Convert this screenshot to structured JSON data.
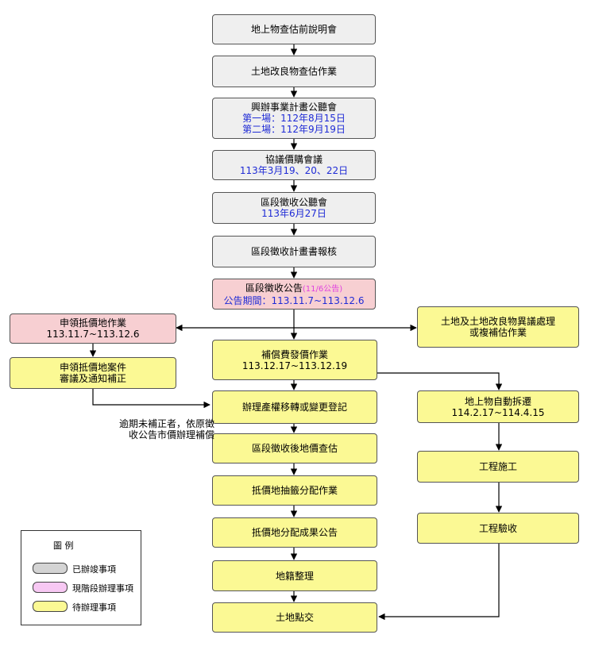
{
  "colors": {
    "done": "#efefef",
    "current": "#f7cfd2",
    "pending": "#fbf994",
    "date_text": "#1f2bd6",
    "announce_note": "#e040e0"
  },
  "steps": {
    "s1": {
      "title": "地上物查估前說明會"
    },
    "s2": {
      "title": "土地改良物查估作業"
    },
    "s3": {
      "title": "興辦事業計畫公聽會",
      "line1": "第一場：112年8月15日",
      "line2": "第二場：112年9月19日"
    },
    "s4": {
      "title": "協議價購會議",
      "line1": "113年3月19、20、22日"
    },
    "s5": {
      "title": "區段徵收公聽會",
      "line1": "113年6月27日"
    },
    "s6": {
      "title": "區段徵收計畫書報核"
    },
    "s7": {
      "title": "區段徵收公告",
      "note": "(11/6公告)",
      "line1": "公告期間：113.11.7~113.12.6"
    },
    "left1": {
      "title": "申領抵價地作業",
      "line1": "113.11.7~113.12.6"
    },
    "left2": {
      "title": "申領抵價地案件",
      "line1": "審議及通知補正"
    },
    "right1": {
      "title": "土地及土地改良物異議處理",
      "line1": "或複補估作業"
    },
    "c1": {
      "title": "補償費發價作業",
      "line1": "113.12.17~113.12.19"
    },
    "c2": {
      "title": "辦理產權移轉或變更登記"
    },
    "c3": {
      "title": "區段徵收後地價查估"
    },
    "c4": {
      "title": "抵價地抽籤分配作業"
    },
    "c5": {
      "title": "抵價地分配成果公告"
    },
    "c6": {
      "title": "地籍整理"
    },
    "c7": {
      "title": "土地點交"
    },
    "r2": {
      "title": "地上物自動拆遷",
      "line1": "114.2.17~114.4.15"
    },
    "r3": {
      "title": "工程施工"
    },
    "r4": {
      "title": "工程驗收"
    }
  },
  "note": {
    "line1": "逾期未補正者，依原徵",
    "line2": "收公告市價辦理補償"
  },
  "legend": {
    "title": "圖 例",
    "items": [
      {
        "label": "已辦竣事項",
        "color": "#d4d4d4"
      },
      {
        "label": "現階段辦理事項",
        "color": "#f7c8f3"
      },
      {
        "label": "待辦理事項",
        "color": "#fbf994"
      }
    ]
  }
}
